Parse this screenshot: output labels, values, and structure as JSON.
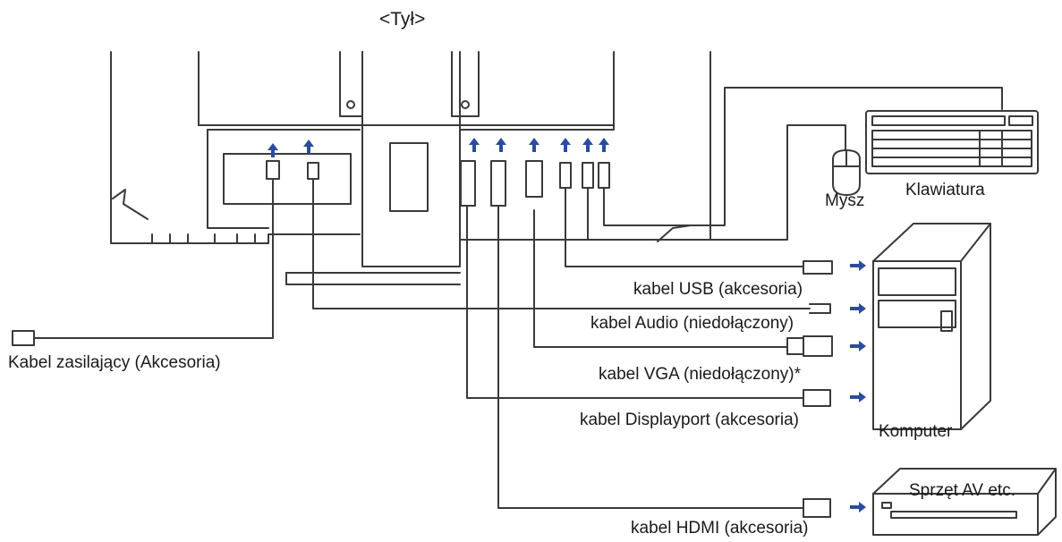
{
  "title": "<Tył>",
  "peripherals": {
    "mouse": "Mysz",
    "keyboard": "Klawiatura",
    "computer": "Komputer",
    "av_device": "Sprzęt AV etc."
  },
  "cables": {
    "power": "Kabel zasilający (Akcesoria)",
    "usb": "kabel USB (akcesoria)",
    "audio": "kabel Audio (niedołączony)",
    "vga": "kabel VGA (niedołączony)*",
    "displayport": "kabel Displayport (akcesoria)",
    "hdmi": "kabel HDMI (akcesoria)"
  },
  "colors": {
    "line": "#3a3a3a",
    "arrow": "#2b4c9e"
  }
}
